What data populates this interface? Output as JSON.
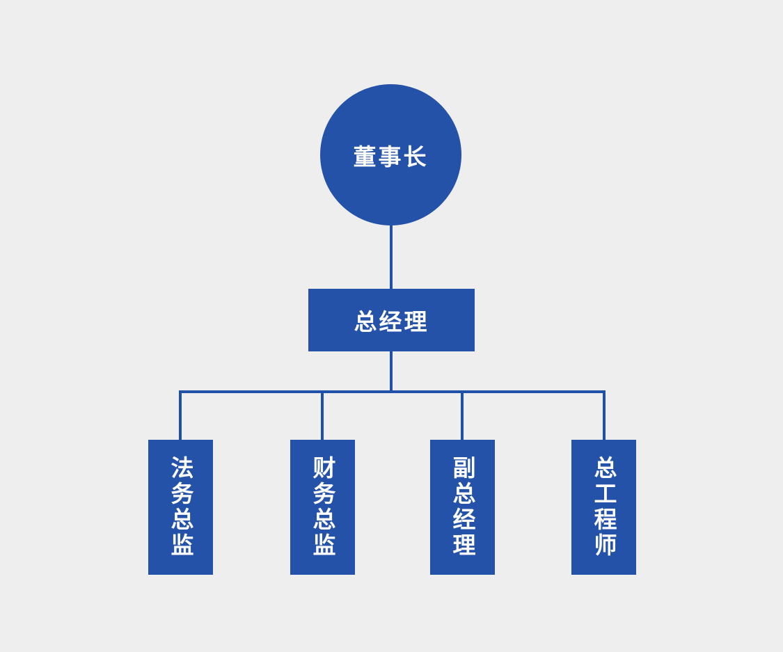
{
  "colors": {
    "background": "#eeeeef",
    "node_fill": "#2352a8",
    "connector": "#2051a8",
    "text": "#ffffff"
  },
  "org_chart": {
    "type": "org-tree",
    "root": {
      "label": "董事长",
      "shape": "circle"
    },
    "manager": {
      "label": "总经理",
      "shape": "rectangle"
    },
    "children": [
      {
        "label": "法务总监",
        "shape": "vertical-rectangle"
      },
      {
        "label": "财务总监",
        "shape": "vertical-rectangle"
      },
      {
        "label": "副总经理",
        "shape": "vertical-rectangle"
      },
      {
        "label": "总工程师",
        "shape": "vertical-rectangle"
      }
    ],
    "edges": [
      [
        "董事长",
        "总经理"
      ],
      [
        "总经理",
        "法务总监"
      ],
      [
        "总经理",
        "财务总监"
      ],
      [
        "总经理",
        "副总经理"
      ],
      [
        "总经理",
        "总工程师"
      ]
    ]
  }
}
